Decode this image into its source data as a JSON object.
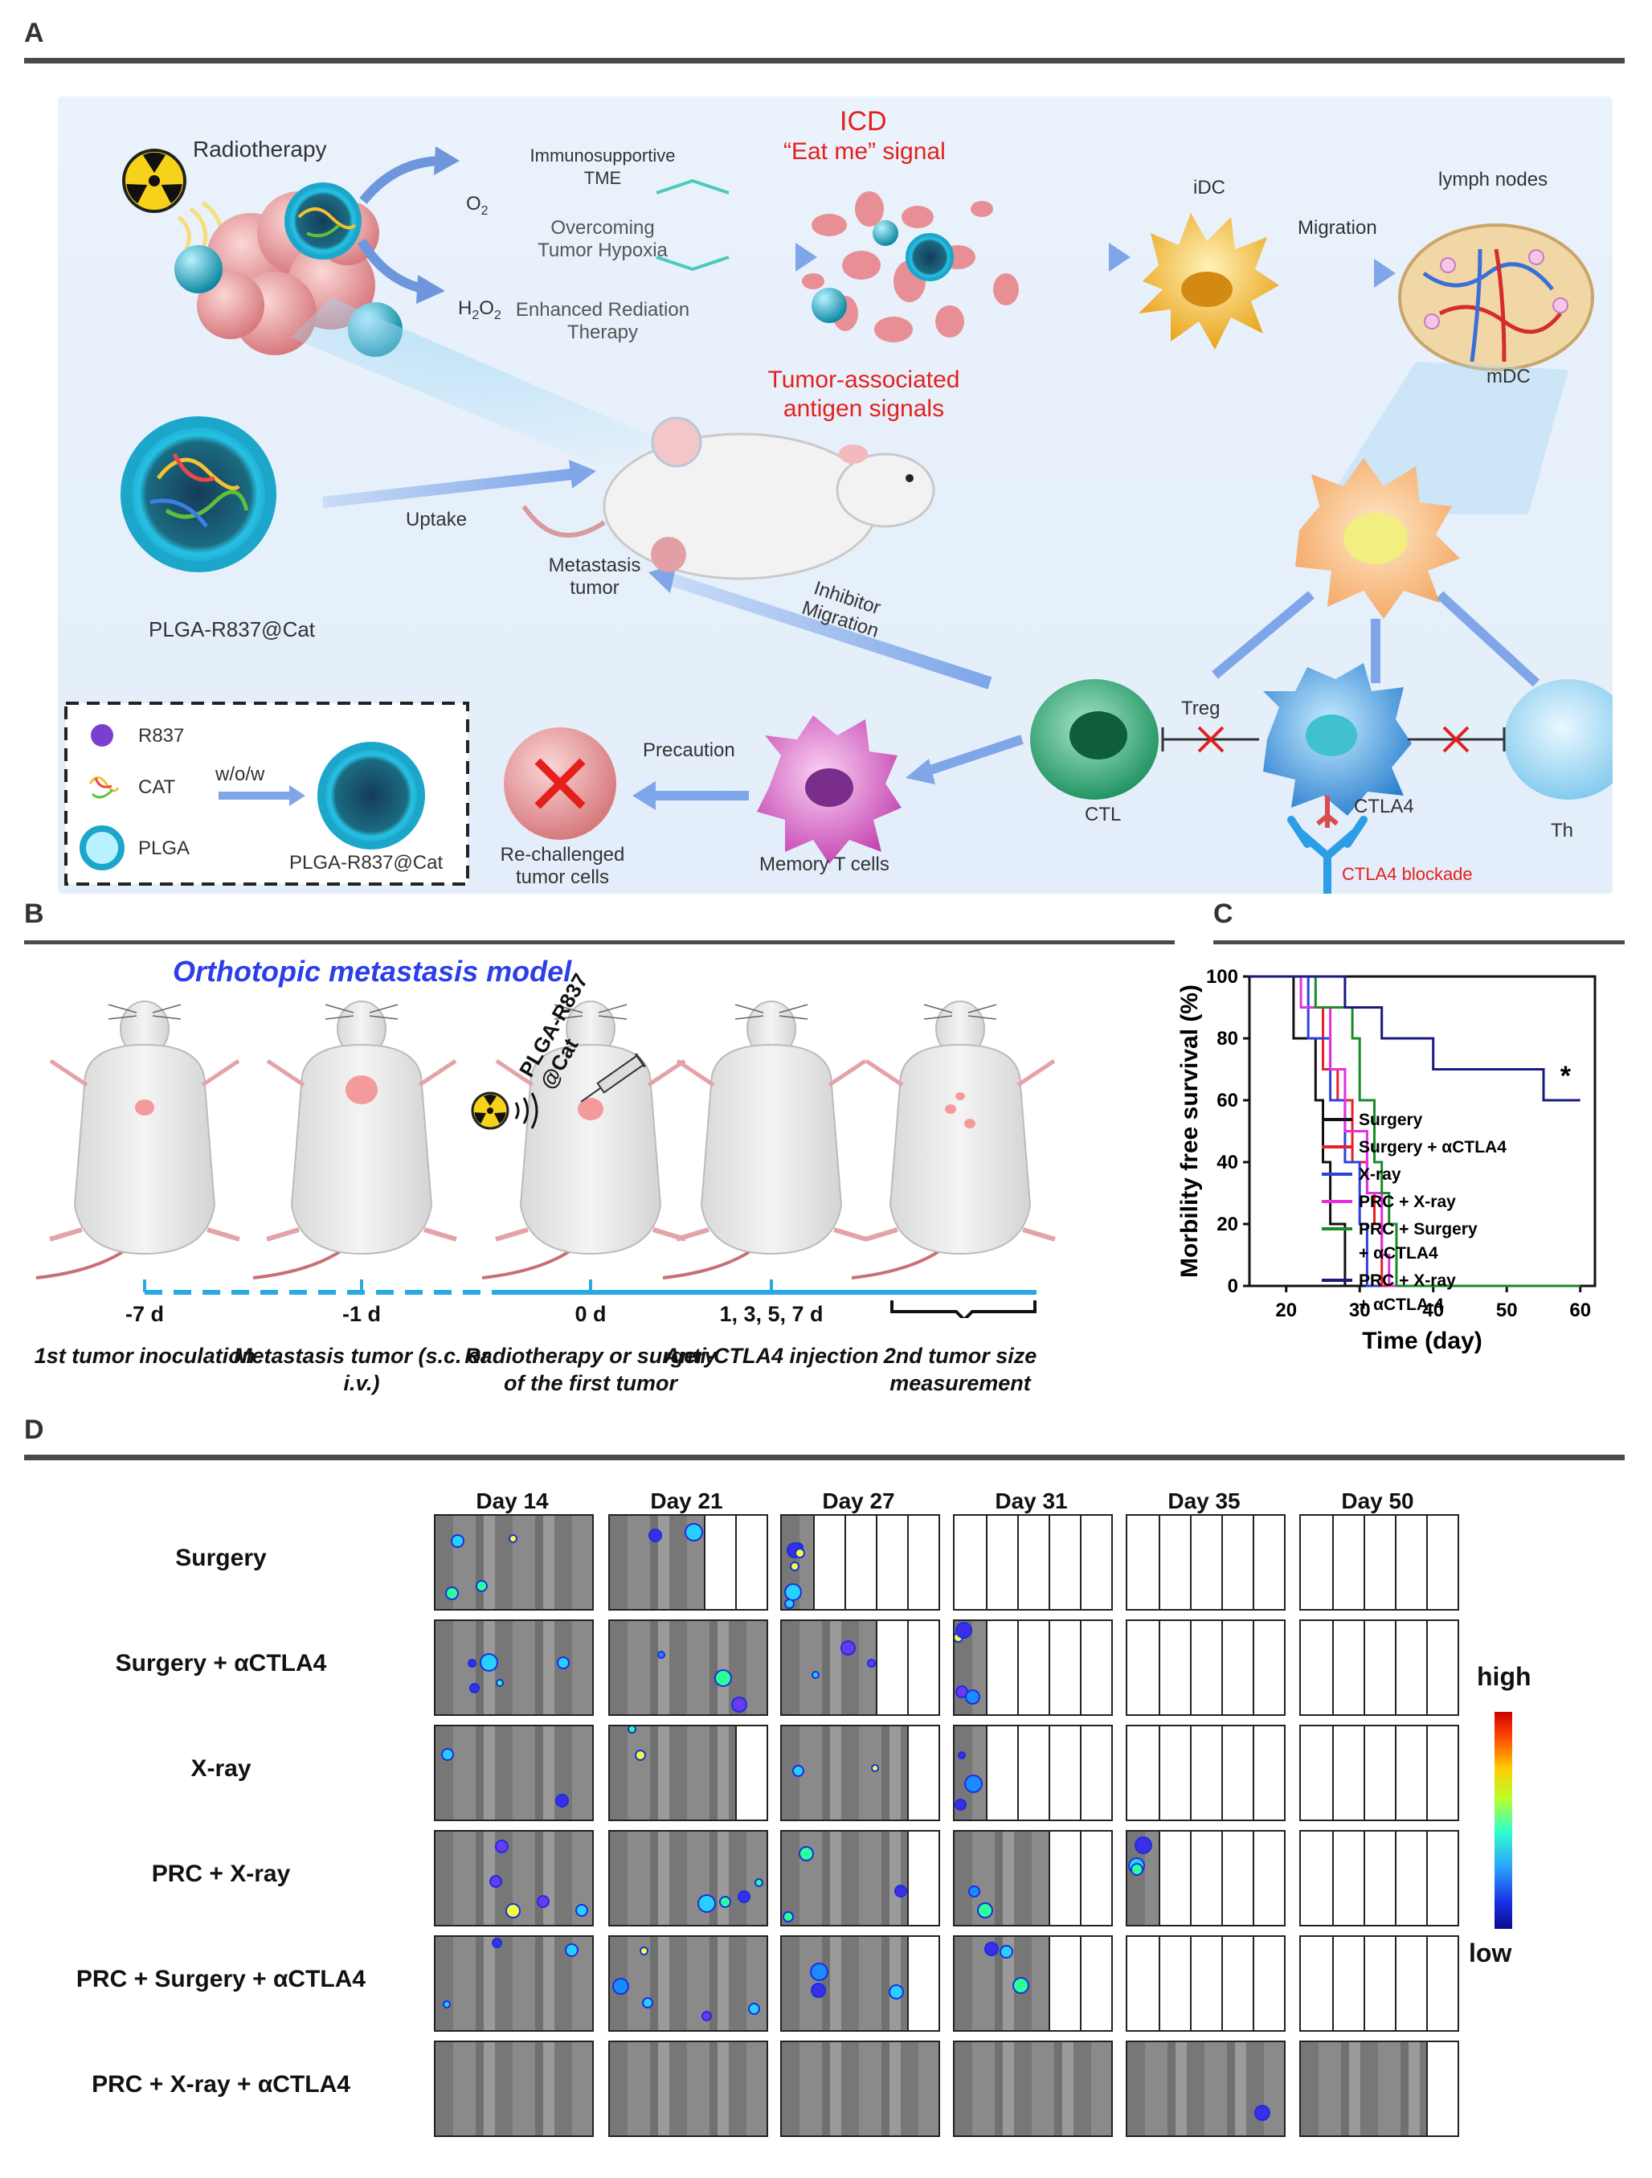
{
  "panels": {
    "a": "A",
    "b": "B",
    "c": "C",
    "d": "D"
  },
  "schematic": {
    "radiotherapy": "Radiotherapy",
    "o2": "O",
    "o2_sub": "2",
    "h2o2": "H",
    "h2o2_sub": "2",
    "h2o2_o": "O",
    "h2o2_sub2": "2",
    "tme": "Immunosupportive TME",
    "hypoxia": "Overcoming Tumor Hypoxia",
    "enhanced": "Enhanced Rediation Therapy",
    "icd": "ICD",
    "eatme": "“Eat me” signal",
    "taa": "Tumor-associated antigen signals",
    "idc": "iDC",
    "migration": "Migration",
    "lymph": "lymph nodes",
    "mdc": "mDC",
    "uptake": "Uptake",
    "plga_cat": "PLGA-R837@Cat",
    "metastasis": "Metastasis tumor",
    "inhibitor": "Inhibitor Migration",
    "treg": "Treg",
    "ctl": "CTL",
    "ctla4": "CTLA4",
    "th": "Th",
    "blockade": "CTLA4 blockade",
    "memory": "Memory T cells",
    "precaution": "Precaution",
    "rechallenged": "Re-challenged tumor cells",
    "legend": {
      "r837": "R837",
      "cat": "CAT",
      "plga": "PLGA",
      "wow": "w/o/w",
      "product": "PLGA-R837@Cat"
    }
  },
  "model": {
    "title": "Orthotopic metastasis model",
    "syringe_label": "PLGA-R837 @Cat",
    "timeline": [
      {
        "tick": "-7 d",
        "desc": "1st tumor inoculation"
      },
      {
        "tick": "-1 d",
        "desc": "Metastasis tumor (s.c. or i.v.)"
      },
      {
        "tick": "0 d",
        "desc": "Radiotherapy or surgery of the first tumor"
      },
      {
        "tick": "1, 3, 5, 7 d",
        "desc": "Anti-CTLA4 injection"
      },
      {
        "tick": "",
        "desc": "2nd tumor size measurement"
      }
    ]
  },
  "chart_data": {
    "type": "line",
    "xlabel": "Time (day)",
    "ylabel": "Morbility free survival (%)",
    "xlim": [
      15,
      62
    ],
    "ylim": [
      0,
      100
    ],
    "xticks": [
      20,
      30,
      40,
      50,
      60
    ],
    "yticks": [
      0,
      20,
      40,
      60,
      80,
      100
    ],
    "annotation": "*",
    "series": [
      {
        "name": "Surgery",
        "color": "#111111",
        "points": [
          [
            15,
            100
          ],
          [
            21,
            100
          ],
          [
            21,
            80
          ],
          [
            24,
            80
          ],
          [
            24,
            60
          ],
          [
            25,
            60
          ],
          [
            25,
            40
          ],
          [
            26,
            40
          ],
          [
            26,
            20
          ],
          [
            28,
            20
          ],
          [
            28,
            0
          ],
          [
            30,
            0
          ]
        ]
      },
      {
        "name": "Surgery + αCTLA4",
        "color": "#e8202a",
        "points": [
          [
            15,
            100
          ],
          [
            22,
            100
          ],
          [
            22,
            90
          ],
          [
            25,
            90
          ],
          [
            25,
            70
          ],
          [
            27,
            70
          ],
          [
            27,
            60
          ],
          [
            29,
            60
          ],
          [
            29,
            40
          ],
          [
            31,
            40
          ],
          [
            31,
            30
          ],
          [
            32,
            30
          ],
          [
            32,
            20
          ],
          [
            33,
            20
          ],
          [
            33,
            0
          ],
          [
            35,
            0
          ]
        ]
      },
      {
        "name": "X-ray",
        "color": "#2a42d8",
        "points": [
          [
            15,
            100
          ],
          [
            23,
            100
          ],
          [
            23,
            80
          ],
          [
            26,
            80
          ],
          [
            26,
            60
          ],
          [
            28,
            60
          ],
          [
            28,
            40
          ],
          [
            30,
            40
          ],
          [
            30,
            20
          ],
          [
            31,
            20
          ],
          [
            31,
            0
          ],
          [
            33,
            0
          ]
        ]
      },
      {
        "name": "PRC + X-ray",
        "color": "#e72ee0",
        "points": [
          [
            15,
            100
          ],
          [
            22,
            100
          ],
          [
            22,
            90
          ],
          [
            26,
            90
          ],
          [
            26,
            70
          ],
          [
            28,
            70
          ],
          [
            28,
            50
          ],
          [
            31,
            50
          ],
          [
            31,
            30
          ],
          [
            33,
            30
          ],
          [
            33,
            10
          ],
          [
            34,
            10
          ],
          [
            34,
            0
          ],
          [
            35,
            0
          ]
        ]
      },
      {
        "name": "PRC + Surgery + αCTLA4",
        "color": "#1a8a2a",
        "points": [
          [
            15,
            100
          ],
          [
            24,
            100
          ],
          [
            24,
            90
          ],
          [
            29,
            90
          ],
          [
            29,
            80
          ],
          [
            30,
            80
          ],
          [
            30,
            60
          ],
          [
            32,
            60
          ],
          [
            32,
            40
          ],
          [
            33,
            40
          ],
          [
            33,
            30
          ],
          [
            34,
            30
          ],
          [
            34,
            20
          ],
          [
            35,
            20
          ],
          [
            35,
            0
          ],
          [
            60,
            0
          ]
        ]
      },
      {
        "name": "PRC + X-ray + αCTLA-4",
        "color": "#1a1a80",
        "points": [
          [
            15,
            100
          ],
          [
            28,
            100
          ],
          [
            28,
            90
          ],
          [
            33,
            90
          ],
          [
            33,
            80
          ],
          [
            40,
            80
          ],
          [
            40,
            70
          ],
          [
            55,
            70
          ],
          [
            55,
            60
          ],
          [
            60,
            60
          ]
        ]
      }
    ]
  },
  "imaging": {
    "days": [
      "Day 14",
      "Day 21",
      "Day 27",
      "Day 31",
      "Day 35",
      "Day 50"
    ],
    "groups": [
      "Surgery",
      "Surgery + αCTLA4",
      "X-ray",
      "PRC + X-ray",
      "PRC + Surgery + αCTLA4",
      "PRC + X-ray + αCTLA4"
    ],
    "alive": [
      [
        5,
        3,
        1,
        0,
        0,
        0
      ],
      [
        5,
        5,
        3,
        1,
        0,
        0
      ],
      [
        5,
        4,
        4,
        1,
        0,
        0
      ],
      [
        5,
        5,
        4,
        3,
        1,
        0
      ],
      [
        5,
        5,
        4,
        3,
        0,
        0
      ],
      [
        5,
        5,
        5,
        5,
        5,
        4
      ]
    ],
    "scale_high": "high",
    "scale_low": "low"
  }
}
